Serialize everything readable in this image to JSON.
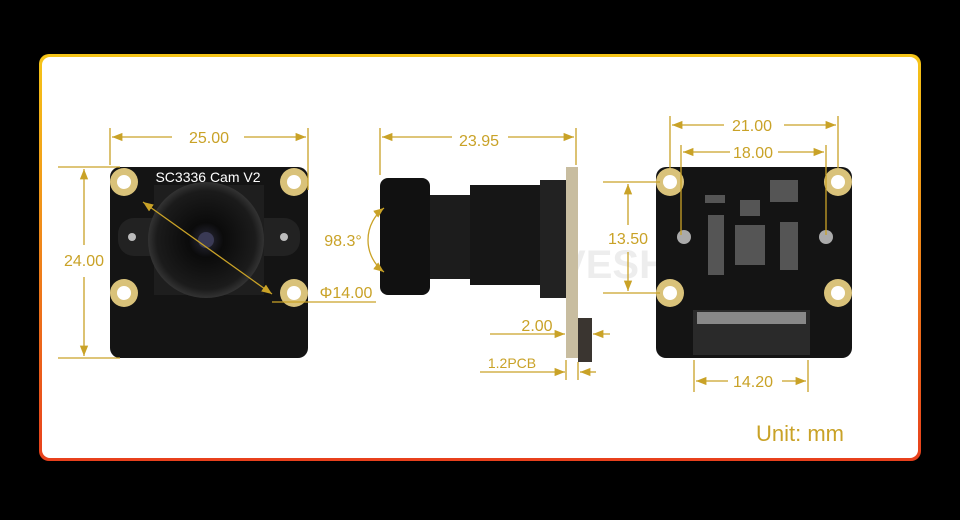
{
  "board_label": "SC3336 Cam V2",
  "watermark": "WAVESHARE",
  "colors": {
    "dimension": "#c9a227",
    "frame_top": "#f5c518",
    "frame_bottom": "#e8401c",
    "pcb": "#141414",
    "pad": "#d9c27a"
  },
  "front_view": {
    "width": "25.00",
    "height": "24.00",
    "lens_diameter": "Φ14.00"
  },
  "side_view": {
    "length": "23.95",
    "fov": "98.3°",
    "connector_offset": "2.00",
    "pcb_thickness": "1.2PCB"
  },
  "back_view": {
    "hole_spacing_outer": "21.00",
    "hole_spacing_inner": "18.00",
    "hole_spacing_vertical": "13.50",
    "connector_width": "14.20"
  },
  "unit_label": "Unit: mm"
}
